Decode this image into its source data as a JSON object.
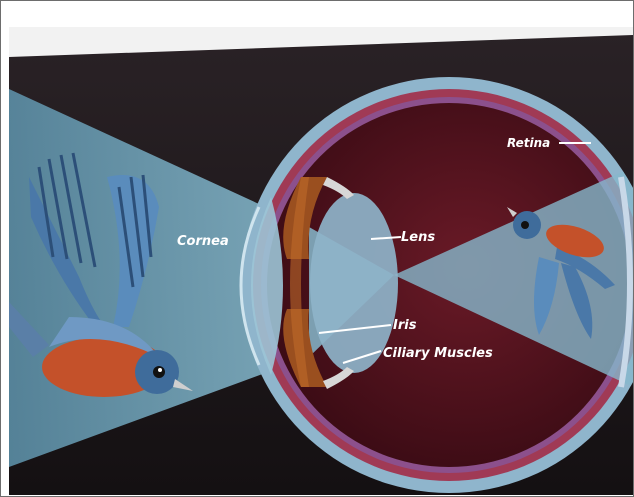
{
  "labels": {
    "cornea": "Cornea",
    "lens": "Lens",
    "retina": "Retina",
    "iris": "Iris",
    "ciliary_muscles": "Ciliary Muscles"
  },
  "colors": {
    "background": "#1a1416",
    "light_beam": "#7fb0c4",
    "sclera_outer": "#8fb5cc",
    "eye_interior": "#5a141f",
    "iris": "#9a4f1f",
    "lens": "#8eb3c9",
    "bird_blue": "#4a78a8",
    "bird_breast": "#c4512a"
  },
  "icons": {
    "subject": "bluebird-icon",
    "image_on_retina": "inverted-bluebird-icon"
  }
}
